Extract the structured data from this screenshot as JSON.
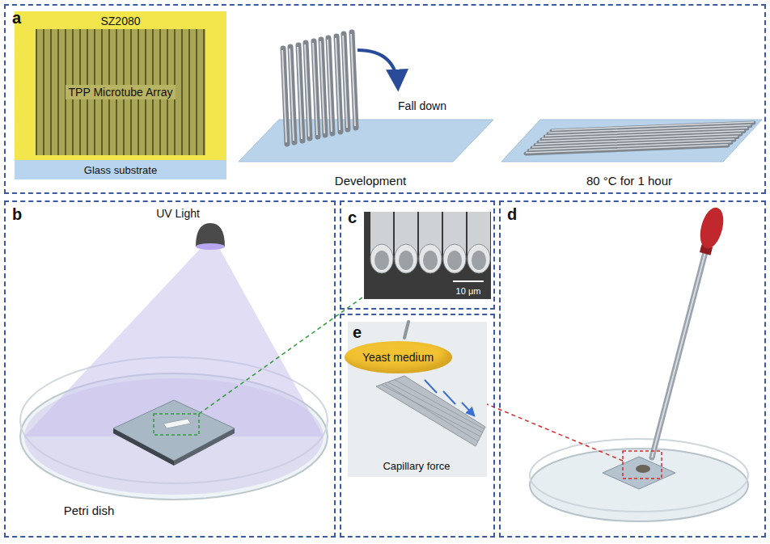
{
  "diagram": {
    "nodes": [
      {
        "text": [
          "a"
        ]
      },
      {
        "text": [
          "SZ2080"
        ],
        "in": 0
      },
      {
        "text": [
          "TPP Microtube Array"
        ],
        "in": 1
      },
      {
        "text": [
          "Glass substrate"
        ],
        "in": 0
      },
      {
        "text": [
          "b"
        ]
      },
      {
        "text": [
          "c"
        ]
      },
      {
        "text": [
          "d"
        ]
      },
      {
        "text": [
          "e"
        ]
      },
      {
        "text": [
          "Yeast medium"
        ],
        "in": 7
      }
    ],
    "labels": [
      "Fall down",
      "Development",
      "80 °C for 1 hour",
      "UV Light",
      "Petri dish",
      "10 μm",
      "Capillary force"
    ]
  }
}
